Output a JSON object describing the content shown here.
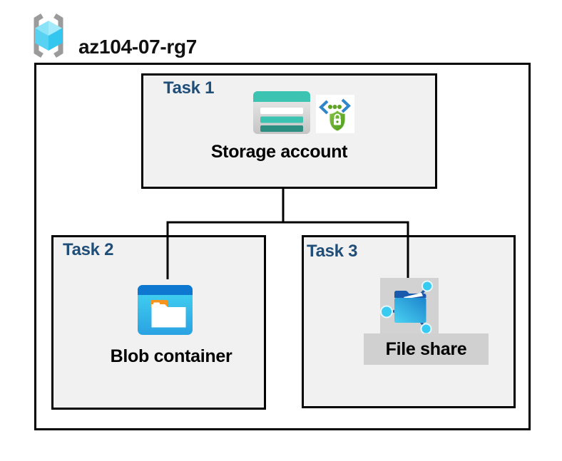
{
  "resource_group": {
    "name": "az104-07-rg7",
    "icon": "resource-group-icon"
  },
  "tasks": [
    {
      "label": "Task 1",
      "resource": "Storage account",
      "icons": [
        "storage-account-icon",
        "secure-access-icon"
      ]
    },
    {
      "label": "Task 2",
      "resource": "Blob container",
      "icons": [
        "blob-container-icon"
      ]
    },
    {
      "label": "Task 3",
      "resource": "File share",
      "icons": [
        "file-share-icon"
      ]
    }
  ],
  "connections": [
    {
      "from": "Storage account",
      "to": "Blob container"
    },
    {
      "from": "Storage account",
      "to": "File share"
    }
  ],
  "colors": {
    "task_label": "#1F4E79",
    "task_box_fill": "#F1F1F1",
    "outline": "#000000",
    "highlight_gray": "#D2D2D2",
    "storage_teal": "#3CC3B1",
    "storage_teal_dark": "#2B8E81",
    "blob_header_blue": "#0E78D0",
    "blob_body_cyan": "#41D3F1",
    "folder_tab_orange": "#F7941E",
    "file_share_blue": "#1F8FD3",
    "node_cyan": "#38CBF2",
    "shield_green": "#5EA321",
    "code_bracket_blue": "#2F86C9",
    "rg_bracket_gray": "#9B9B9B",
    "rg_cube_cyan": "#55D2F2"
  }
}
